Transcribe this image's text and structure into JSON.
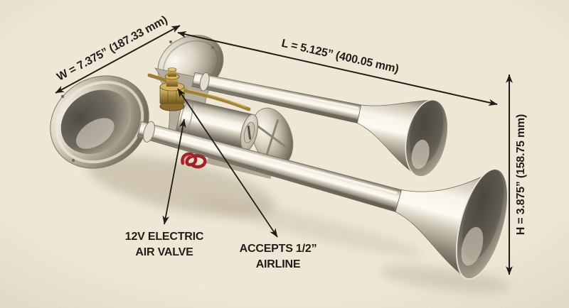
{
  "illustration": {
    "name": "dual-trumpet-air-horn",
    "style": "pencil-product-illustration-on-cream-paper"
  },
  "dimensions": {
    "width": {
      "label": "W = 7.375” (187.33 mm)"
    },
    "length": {
      "label": "L = 5.125” (400.05 mm)"
    },
    "height": {
      "label": "H = 3.875” (158.75 mm)"
    }
  },
  "callouts": {
    "valve": {
      "line1": "12V ELECTRIC",
      "line2": "AIR VALVE"
    },
    "airline": {
      "line1": "ACCEPTS 1/2”",
      "line2": "AIRLINE"
    }
  },
  "colors": {
    "paper": "#f0e9d8",
    "ink": "#1f1d19",
    "chrome_highlight": "#fffdf4",
    "chrome_shadow": "#544f45",
    "brass": "#b9954a",
    "wire_red": "#9e2027",
    "shadow": "#b4a892"
  }
}
